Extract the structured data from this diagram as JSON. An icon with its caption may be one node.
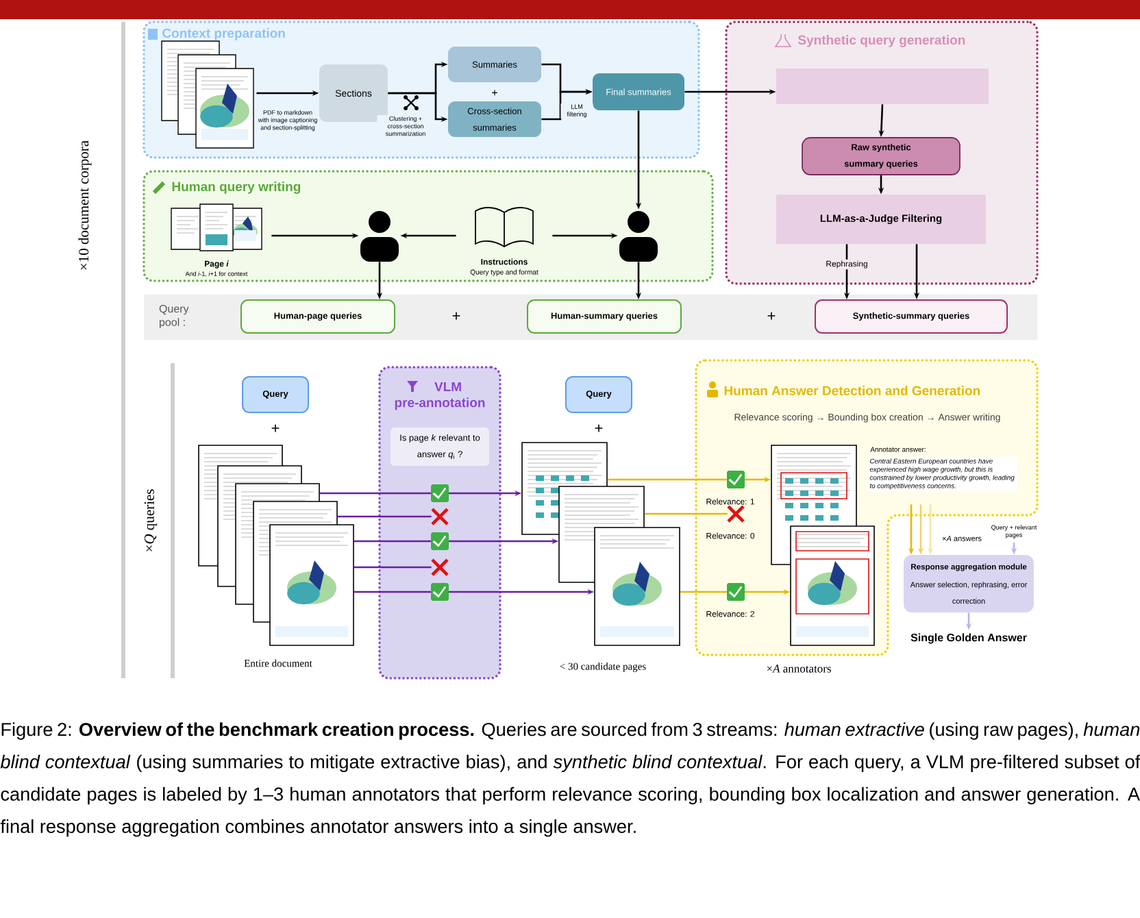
{
  "diagram": {
    "caption": "Figure 2: **Overview of the benchmark creation process.** Queries are sourced from 3 streams: *human extractive* (using raw pages), *human blind contextual* (using summaries to mitigate extractive bias), and *synthetic blind contextual*. For each query, a VLM pre-filtered subset of candidate pages is labeled by 1–3 human annotators that perform relevance scoring, bounding box localization and answer generation. A final response aggregation combines annotator answers into a single answer.",
    "nodes": [
      {
        "text": [
          "Context preparation"
        ]
      },
      {
        "text": [],
        "shape": "picture",
        "in": 0
      },
      {
        "text": [
          "Sections"
        ],
        "in": 0
      },
      {
        "text": [
          "Summaries"
        ],
        "in": 0
      },
      {
        "text": [
          "Cross-section summaries"
        ],
        "in": 0
      },
      {
        "text": [
          "Final summaries"
        ],
        "in": 0
      },
      {
        "text": [
          "Synthetic query generation"
        ]
      },
      {
        "text": [],
        "shape": "box",
        "in": 6
      },
      {
        "text": [
          "Raw synthetic summary queries"
        ],
        "in": 6
      },
      {
        "text": [
          "LLM-as-a-Judge Filtering"
        ],
        "in": 6
      },
      {
        "text": [
          "Human query writing"
        ]
      },
      {
        "text": [
          "Page *i*",
          "And *i*-1, *i*+1 for context"
        ],
        "in": 10
      },
      {
        "text": [],
        "shape": "person",
        "in": 10
      },
      {
        "text": [
          "Instructions",
          "Query type and format"
        ],
        "in": 10
      },
      {
        "text": [],
        "shape": "person",
        "in": 10
      },
      {
        "text": [
          "Query pool :"
        ]
      },
      {
        "text": [
          "Human-page queries"
        ],
        "in": 15
      },
      {
        "text": [
          "Human-summary queries"
        ],
        "in": 15
      },
      {
        "text": [
          "Synthetic-summary queries"
        ],
        "in": 15
      },
      {
        "text": [
          "Query"
        ]
      },
      {
        "text": [],
        "shape": "picture"
      },
      {
        "text": [],
        "shape": "picture"
      },
      {
        "text": [],
        "shape": "picture"
      },
      {
        "text": [],
        "shape": "picture"
      },
      {
        "text": [],
        "shape": "picture"
      },
      {
        "text": [
          "VLM pre-annotation"
        ]
      },
      {
        "text": [
          "Is page *k* relevant to answer *q*$_{i}$ ?"
        ],
        "in": 25
      },
      {
        "text": [
          "Query"
        ]
      },
      {
        "text": [],
        "shape": "picture"
      },
      {
        "text": [],
        "shape": "picture"
      },
      {
        "text": [],
        "shape": "picture"
      },
      {
        "text": [
          "Human Answer Detection and Generation",
          "Relevance scoring → Bounding box creation → Answer writing"
        ]
      },
      {
        "text": [],
        "shape": "picture",
        "in": 31
      },
      {
        "text": [],
        "shape": "picture",
        "in": 31
      },
      {
        "text": [
          "Annotator answer:",
          "Central Eastern European countries have experienced high wage growth, but this is constrained by lower productivity growth, leading to competitiveness concerns."
        ],
        "in": 31
      },
      {
        "text": [
          "Response aggregation module",
          "Answer selection, rephrasing, error correction"
        ]
      },
      {
        "text": [
          "Single Golden Answer"
        ]
      },
      {
        "text": [],
        "shape": "cross",
        "in": 25
      },
      {
        "text": [],
        "shape": "cross",
        "in": 25
      },
      {
        "text": [],
        "shape": "cross",
        "in": 31
      }
    ],
    "edges": [
      {
        "from": 1,
        "to": 2,
        "arrow": "to",
        "label": "PDF to markdown with image captioning and section-splitting"
      },
      {
        "from": 2,
        "to": 3,
        "arrow": "to",
        "label": "Clustering + cross-section summarization"
      },
      {
        "from": 2,
        "to": 4,
        "arrow": "to"
      },
      {
        "from": 3,
        "to": 5,
        "arrow": "to",
        "label": "LLM filtering"
      },
      {
        "from": 4,
        "to": 5,
        "arrow": "to"
      },
      {
        "from": 5,
        "to": 7,
        "arrow": "to"
      },
      {
        "from": 7,
        "to": 8,
        "arrow": "to"
      },
      {
        "from": 8,
        "to": 9,
        "arrow": "to"
      },
      {
        "from": 5,
        "to": 14,
        "arrow": "to"
      },
      {
        "from": 11,
        "to": 12,
        "arrow": "to"
      },
      {
        "from": 13,
        "to": 12,
        "arrow": "to"
      },
      {
        "from": 13,
        "to": 14,
        "arrow": "to"
      },
      {
        "from": 12,
        "to": 16,
        "arrow": "to"
      },
      {
        "from": 14,
        "to": 17,
        "arrow": "to"
      },
      {
        "from": 9,
        "to": 18,
        "arrow": "to",
        "label": "Rephrasing"
      },
      {
        "from": 9,
        "to": 18,
        "arrow": "to"
      },
      {
        "from": 22,
        "to": 28,
        "arrow": "to",
        "color": "#6a1fa0"
      },
      {
        "from": 23,
        "to": 37,
        "arrow": "none",
        "color": "#6a1fa0"
      },
      {
        "from": 24,
        "to": 29,
        "arrow": "to",
        "color": "#6a1fa0"
      },
      {
        "from": 24,
        "to": 38,
        "arrow": "none",
        "color": "#6a1fa0"
      },
      {
        "from": 24,
        "to": 30,
        "arrow": "to",
        "color": "#6a1fa0"
      },
      {
        "from": 28,
        "to": 32,
        "arrow": "to",
        "color": "#e8b800",
        "label": "Relevance: 1"
      },
      {
        "from": 29,
        "to": 39,
        "arrow": "none",
        "color": "#e8b800",
        "label": "Relevance: 0"
      },
      {
        "from": 30,
        "to": 33,
        "arrow": "to",
        "color": "#e8b800",
        "label": "Relevance: 2"
      },
      {
        "from": 34,
        "to": 35,
        "arrow": "to",
        "color": "#e8b800"
      },
      {
        "from": 34,
        "to": 35,
        "arrow": "to",
        "color": "#f0d26a"
      },
      {
        "from": 34,
        "to": 35,
        "arrow": "to",
        "color": "#f5e5a6",
        "label": "×*A* answers"
      },
      {
        "from": null,
        "to": 35,
        "arrow": "to",
        "color": "#b8b4e8",
        "label": "Query + relevant pages"
      },
      {
        "from": 35,
        "to": 36,
        "arrow": "to",
        "color": "#b8b4e8"
      }
    ],
    "labels": [
      "×10 document corpora",
      "+",
      "+",
      "+",
      "×*Q* queries",
      "+",
      "Entire document",
      "+",
      "< 30 candidate pages",
      "×*A* annotators"
    ]
  }
}
